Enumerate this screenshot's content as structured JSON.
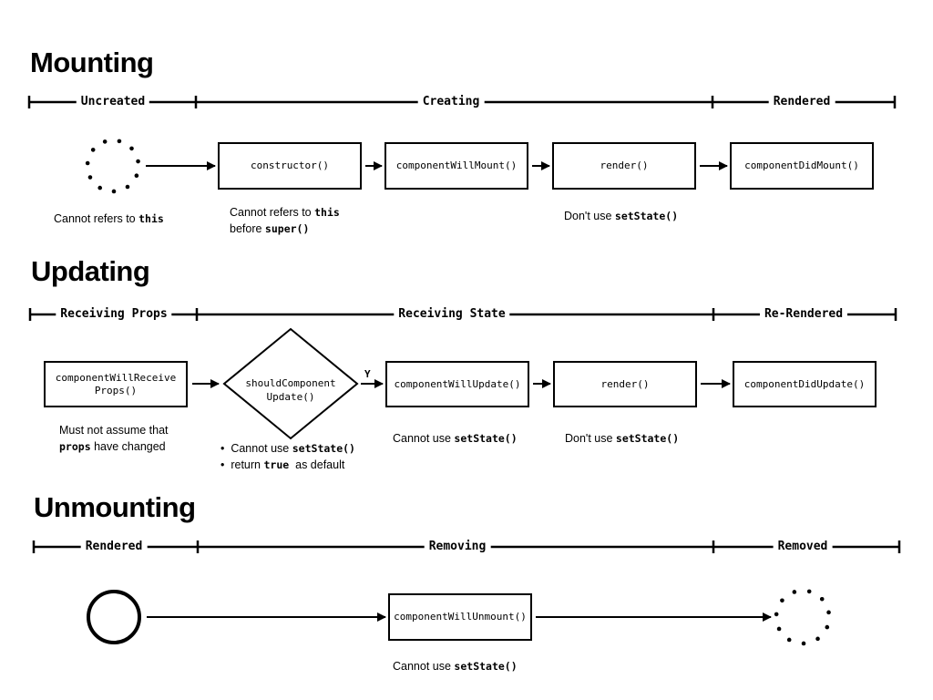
{
  "mounting": {
    "title": "Mounting",
    "phases": [
      "Uncreated",
      "Creating",
      "Rendered"
    ],
    "boxes": [
      "constructor()",
      "componentWillMount()",
      "render()",
      "componentDidMount()"
    ],
    "notes": {
      "uncreated_pre": "Cannot refers to ",
      "uncreated_code": "this",
      "ctor_pre": "Cannot refers to ",
      "ctor_code": "this",
      "ctor_line2_pre": "before ",
      "ctor_line2_code": "super()",
      "render_pre": "Don't use ",
      "render_code": "setState()"
    }
  },
  "updating": {
    "title": "Updating",
    "phases": [
      "Receiving Props",
      "Receiving State",
      "Re-Rendered"
    ],
    "box_receive_line1": "componentWillReceive",
    "box_receive_line2": "Props()",
    "diamond_line1": "shouldComponent",
    "diamond_line2": "Update()",
    "yes_label": "Y",
    "boxes": [
      "componentWillUpdate()",
      "render()",
      "componentDidUpdate()"
    ],
    "notes": {
      "props_line1": "Must not assume that",
      "props_code": "props",
      "props_line2_post": " have changed",
      "should_b1_pre": "Cannot use ",
      "should_b1_code": "setState()",
      "should_b2_pre": "return ",
      "should_b2_code": "true",
      "should_b2_post": "  as default",
      "willupdate_pre": "Cannot use ",
      "willupdate_code": "setState()",
      "render_pre": "Don't use ",
      "render_code": "setState()"
    }
  },
  "unmounting": {
    "title": "Unmounting",
    "phases": [
      "Rendered",
      "Removing",
      "Removed"
    ],
    "box": "componentWillUnmount()",
    "notes": {
      "unmount_pre": "Cannot use ",
      "unmount_code": "setState()"
    }
  }
}
